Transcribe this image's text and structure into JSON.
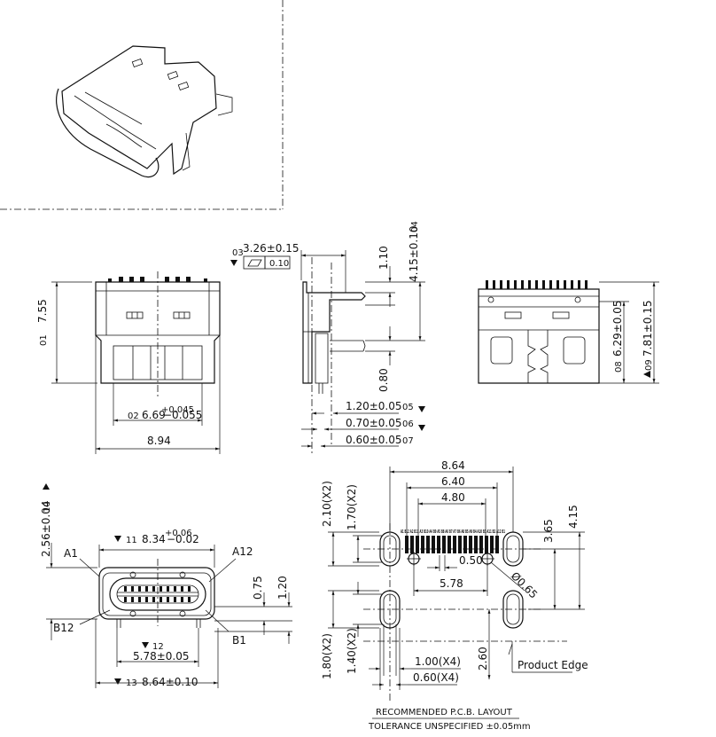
{
  "front_view": {
    "height": "7.55",
    "height_tag": "01",
    "width_inner": "6.69",
    "width_inner_tag": "02",
    "width_inner_tol_upper": "+0.045",
    "width_inner_tol_lower": "−0.055",
    "width_outer": "8.94"
  },
  "side_view": {
    "depth": "3.26±0.15",
    "depth_tag": "03",
    "flatness": "0.10",
    "offset_top": "1.10",
    "height_total": "4.15±0.10",
    "height_total_tag": "04",
    "offset_low": "0.80",
    "pin_a": "1.20±0.05",
    "pin_a_tag": "05",
    "pin_b": "0.70±0.05",
    "pin_b_tag": "06",
    "pin_c": "0.60±0.05",
    "pin_c_tag": "07"
  },
  "rear_view": {
    "height_a": "6.29±0.05",
    "height_a_tag": "08",
    "height_b": "7.81±0.15",
    "height_b_tag": "09"
  },
  "opening_view": {
    "height": "2.56±0.04",
    "height_tag": "10",
    "width_upper": "8.34",
    "width_upper_tag": "11",
    "width_upper_tol_upper": "+0.06",
    "width_upper_tol_lower": "−0.02",
    "label_a1": "A1",
    "label_a12": "A12",
    "label_b12": "B12",
    "label_b1": "B1",
    "dim_075": "0.75",
    "dim_120": "1.20",
    "pin_span": "5.78±0.05",
    "pin_span_tag": "12",
    "width_lower": "8.64±0.10",
    "width_lower_tag": "13"
  },
  "pcb_layout": {
    "span_outer": "8.64",
    "span_mid": "6.40",
    "span_inner": "4.80",
    "slot_210": "2.10(X2)",
    "slot_170": "1.70(X2)",
    "dim_365": "3.65",
    "dim_415": "4.15",
    "pitch": "0.50",
    "hole_dia": "Ø0.65",
    "hole_span": "5.78",
    "slot_180": "1.80(X2)",
    "slot_140": "1.40(X2)",
    "slot_w_100": "1.00(X4)",
    "slot_w_060": "0.60(X4)",
    "dim_260": "2.60",
    "product_edge": "Product Edge",
    "pin_names": "A1 B12 A2 B11 A3 B10 A4 B9 A5 B8 A6 B7 A7 B6 A8 B5 A9 B4 A10 B3 A11 B2 A12 B1",
    "caption_line1": "RECOMMENDED   P.C.B.  LAYOUT",
    "caption_line2": "TOLERANCE  UNSPECIFIED  ±0.05mm"
  }
}
